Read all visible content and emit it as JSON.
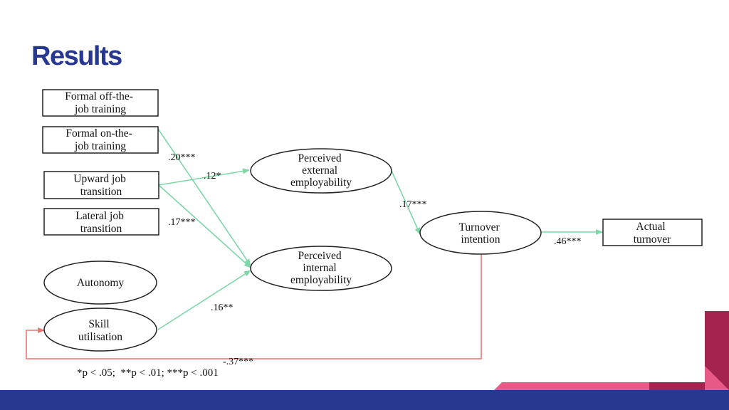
{
  "slide": {
    "title": "Results"
  },
  "nodes": {
    "formal_off_job": [
      "Formal off-the-",
      "job training"
    ],
    "formal_on_job": [
      "Formal on-the-",
      "job training"
    ],
    "upward_job": [
      "Upward job",
      "transition"
    ],
    "lateral_job": [
      "Lateral job",
      "transition"
    ],
    "autonomy": [
      "Autonomy"
    ],
    "skill_utilisation": [
      "Skill",
      "utilisation"
    ],
    "perceived_external": [
      "Perceived",
      "external",
      "employability"
    ],
    "perceived_internal": [
      "Perceived",
      "internal",
      "employability"
    ],
    "turnover_intention": [
      "Turnover",
      "intention"
    ],
    "actual_turnover": [
      "Actual",
      "turnover"
    ]
  },
  "coefficients": {
    "on_job_to_internal": ".20***",
    "upward_to_external": ".12*",
    "upward_to_internal": ".17***",
    "skill_to_internal": ".16**",
    "external_to_intention": ".17***",
    "intention_to_actual": ".46***",
    "skill_to_intention": "-.37***"
  },
  "footnote": "*p < .05;  **p < .01; ***p < .001",
  "colors": {
    "title": "#283891",
    "positive_path": "#7fd6a8",
    "negative_path": "#e8756f",
    "bottom_bar": "#283891",
    "accent_maroon": "#a3244f",
    "accent_pink": "#e85a86"
  }
}
